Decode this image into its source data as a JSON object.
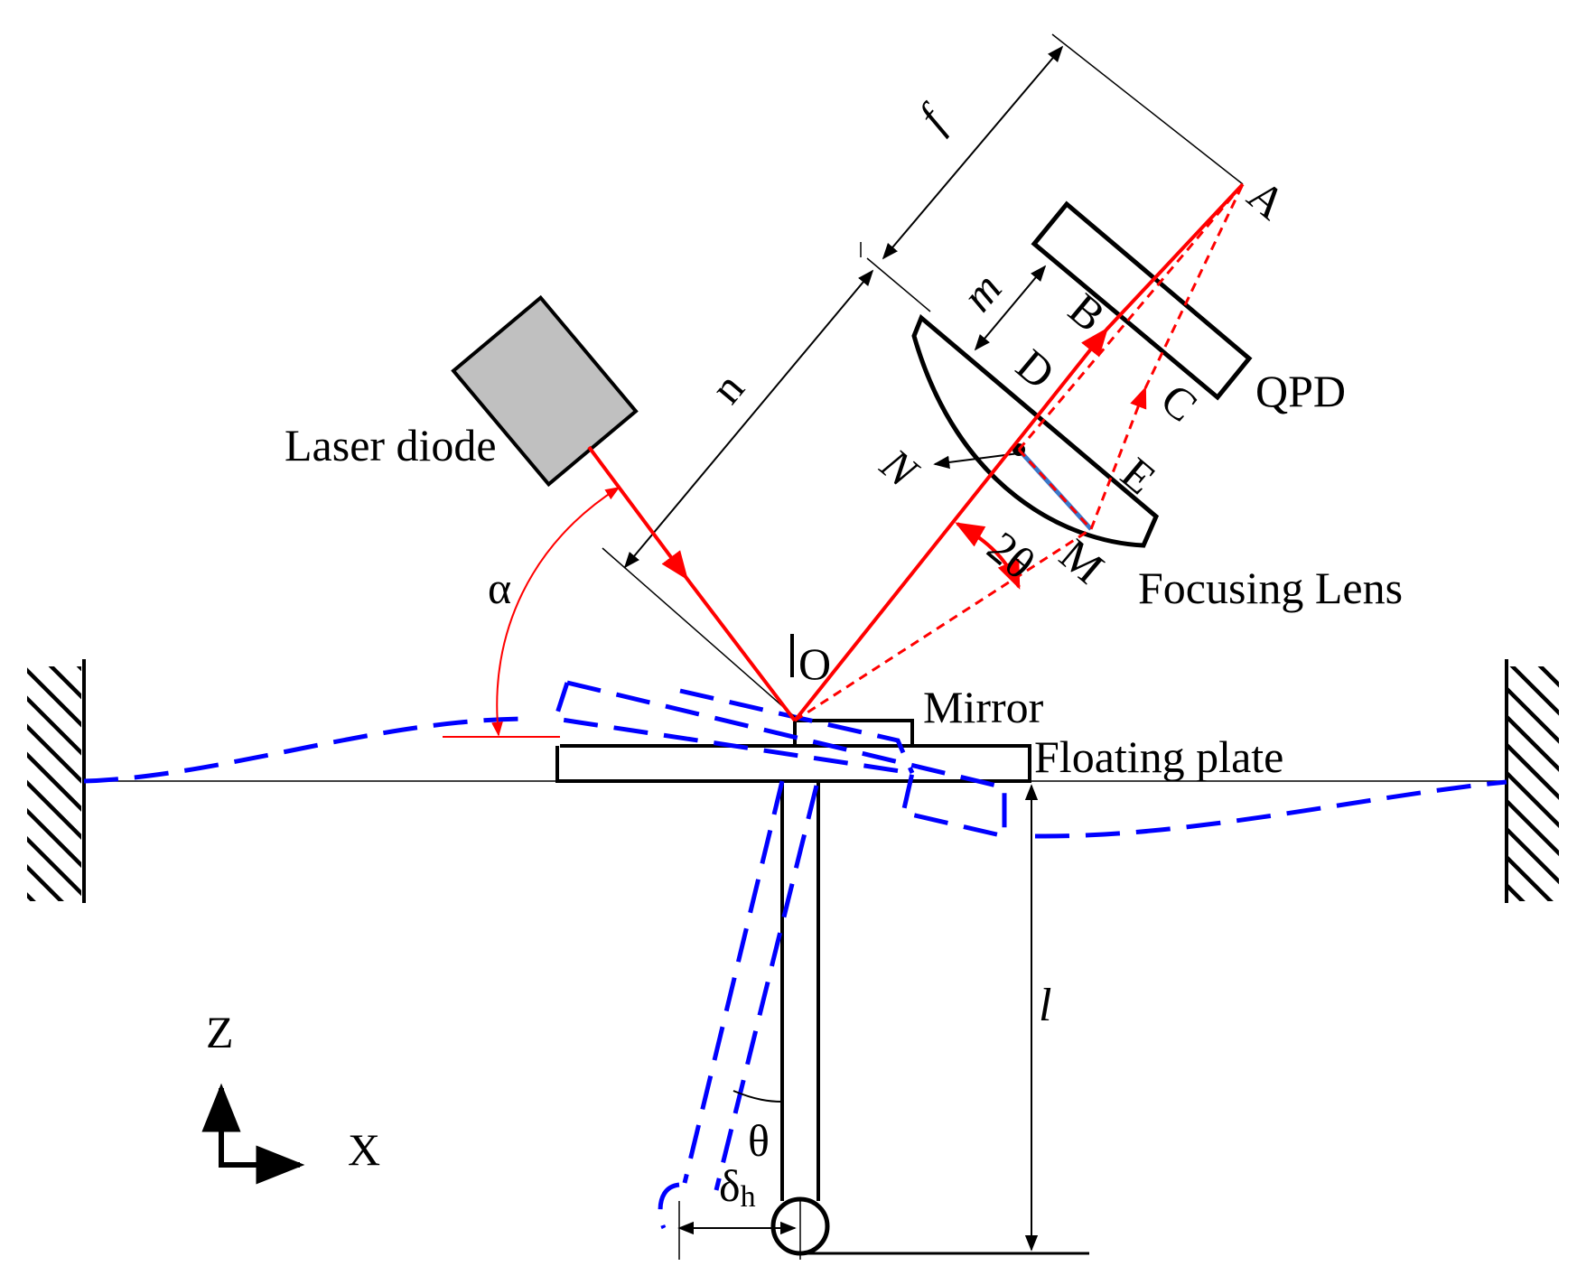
{
  "labels": {
    "laser_diode": "Laser diode",
    "qpd": "QPD",
    "focusing_lens": "Focusing Lens",
    "mirror": "Mirror",
    "floating_plate": "Floating plate",
    "point_O": "O",
    "point_A": "A",
    "point_B": "B",
    "point_C": "C",
    "point_D": "D",
    "point_E": "E",
    "point_M": "M",
    "point_N": "N",
    "dim_f": "f",
    "dim_m": "m",
    "dim_n": "n",
    "dim_l": "l",
    "angle_alpha": "α",
    "angle_2theta": "2θ",
    "angle_theta": "θ",
    "delta_main": "δ",
    "delta_sub": "h",
    "axis_z": "Z",
    "axis_x": "X"
  },
  "colors": {
    "beam": "#ff0000",
    "deflected": "#0000ff",
    "lens_radius": "#3a78c8",
    "laser_body": "#c0c0c0",
    "outline": "#000000"
  }
}
